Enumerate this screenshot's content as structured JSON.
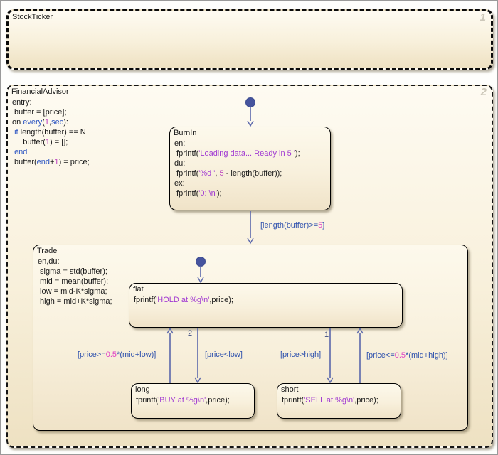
{
  "colors": {
    "canvas_bg": "#fefefc",
    "state_fill_top": "#fefbf2",
    "state_fill_bottom": "#eee1c2",
    "state_border": "#000000",
    "transition_line": "#5a67ab",
    "default_transition_dot": "#46549e",
    "condition_label_blue": "#2f51ad",
    "code_keyword_blue": "#2b54c2",
    "code_number_magenta": "#bb3cbe",
    "code_string_purple": "#a13ad2",
    "label_number_pink": "#e03dc4",
    "execution_order_gray": "#cdc8ba"
  },
  "states": {
    "stock_ticker": {
      "title": "StockTicker",
      "execution_order": "1"
    },
    "financial_advisor": {
      "title": "FinancialAdvisor",
      "execution_order": "2",
      "code": [
        [
          [
            "p",
            "entry:"
          ]
        ],
        [
          [
            "p",
            " buffer = [price];"
          ]
        ],
        [
          [
            "p",
            "on "
          ],
          [
            "kw",
            "every"
          ],
          [
            "p",
            "("
          ],
          [
            "num",
            "1"
          ],
          [
            "p",
            ","
          ],
          [
            "kw",
            "sec"
          ],
          [
            "p",
            "):"
          ]
        ],
        [
          [
            "p",
            " "
          ],
          [
            "kw",
            "if"
          ],
          [
            "p",
            " length(buffer) == N"
          ]
        ],
        [
          [
            "p",
            "     buffer("
          ],
          [
            "num",
            "1"
          ],
          [
            "p",
            ") = [];"
          ]
        ],
        [
          [
            "p",
            " "
          ],
          [
            "kw",
            "end"
          ]
        ],
        [
          [
            "p",
            " buffer("
          ],
          [
            "kw",
            "end"
          ],
          [
            "p",
            "+"
          ],
          [
            "num",
            "1"
          ],
          [
            "p",
            ") = price;"
          ]
        ]
      ]
    },
    "burn_in": {
      "title": "BurnIn",
      "code": [
        [
          [
            "p",
            "en:"
          ]
        ],
        [
          [
            "p",
            " fprintf("
          ],
          [
            "str",
            "'Loading data... Ready in 5 '"
          ],
          [
            "p",
            ");"
          ]
        ],
        [
          [
            "p",
            "du:"
          ]
        ],
        [
          [
            "p",
            " fprintf("
          ],
          [
            "str",
            "'%d '"
          ],
          [
            "p",
            ", "
          ],
          [
            "num",
            "5"
          ],
          [
            "p",
            " - length(buffer));"
          ]
        ],
        [
          [
            "p",
            "ex:"
          ]
        ],
        [
          [
            "p",
            " fprintf("
          ],
          [
            "str",
            "'0: \\n'"
          ],
          [
            "p",
            ");"
          ]
        ]
      ]
    },
    "trade": {
      "title": "Trade",
      "code": [
        [
          [
            "p",
            "en,du:"
          ]
        ],
        [
          [
            "p",
            " sigma = std(buffer);"
          ]
        ],
        [
          [
            "p",
            " mid = mean(buffer);"
          ]
        ],
        [
          [
            "p",
            " low = mid-K*sigma;"
          ]
        ],
        [
          [
            "p",
            " high = mid+K*sigma;"
          ]
        ]
      ]
    },
    "flat": {
      "title": "flat",
      "code": [
        [
          [
            "p",
            "fprintf("
          ],
          [
            "str",
            "'HOLD at %g\\n'"
          ],
          [
            "p",
            ",price);"
          ]
        ]
      ]
    },
    "long": {
      "title": "long",
      "code": [
        [
          [
            "p",
            "fprintf("
          ],
          [
            "str",
            "'BUY at %g\\n'"
          ],
          [
            "p",
            ",price);"
          ]
        ]
      ]
    },
    "short": {
      "title": "short",
      "code": [
        [
          [
            "p",
            "fprintf("
          ],
          [
            "str",
            "'SELL at %g\\n'"
          ],
          [
            "p",
            ",price);"
          ]
        ]
      ]
    }
  },
  "transitions": {
    "burnin_to_trade": {
      "condition": [
        [
          "cond",
          "[length(buffer)>="
        ],
        [
          "pink",
          "5"
        ],
        [
          "cond",
          "]"
        ]
      ]
    },
    "long_to_flat": {
      "condition": [
        [
          "cond",
          "[price>="
        ],
        [
          "pink",
          "0.5"
        ],
        [
          "cond",
          "*(mid+low)]"
        ]
      ]
    },
    "flat_to_long": {
      "execution_order": "2",
      "condition": [
        [
          "cond",
          "[price<low]"
        ]
      ]
    },
    "flat_to_short": {
      "execution_order": "1",
      "condition": [
        [
          "cond",
          "[price>high]"
        ]
      ]
    },
    "short_to_flat": {
      "condition": [
        [
          "cond",
          "[price<="
        ],
        [
          "pink",
          "0.5"
        ],
        [
          "cond",
          "*(mid+high)]"
        ]
      ]
    }
  }
}
